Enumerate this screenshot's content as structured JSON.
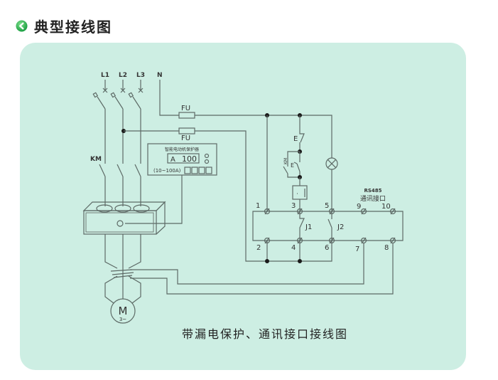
{
  "header": {
    "icon": "green-back-circle-icon",
    "title": "典型接线图",
    "icon_color": "#1fb14a"
  },
  "panel": {
    "background": "#cdeee3"
  },
  "diagram": {
    "phases": [
      "L1",
      "L2",
      "L3"
    ],
    "neutral": "N",
    "contactor_label": "KM",
    "fuse_labels": [
      "FU",
      "FU"
    ],
    "protector": {
      "title": "智能电动机保护器",
      "display_unit": "A",
      "display_value": "100",
      "range": "(10~100A)"
    },
    "control": {
      "stop_label": "E",
      "start_label": "E",
      "km_aux_label": "KM"
    },
    "terminals": [
      "1",
      "2",
      "3",
      "4",
      "5",
      "6",
      "7",
      "8",
      "9",
      "10"
    ],
    "relays": [
      "J1",
      "J2"
    ],
    "rs485": {
      "title": "RS485",
      "subtitle": "通讯接口"
    },
    "motor": {
      "label": "M",
      "sub": "3~"
    },
    "caption": "带漏电保护、通讯接口接线图"
  }
}
